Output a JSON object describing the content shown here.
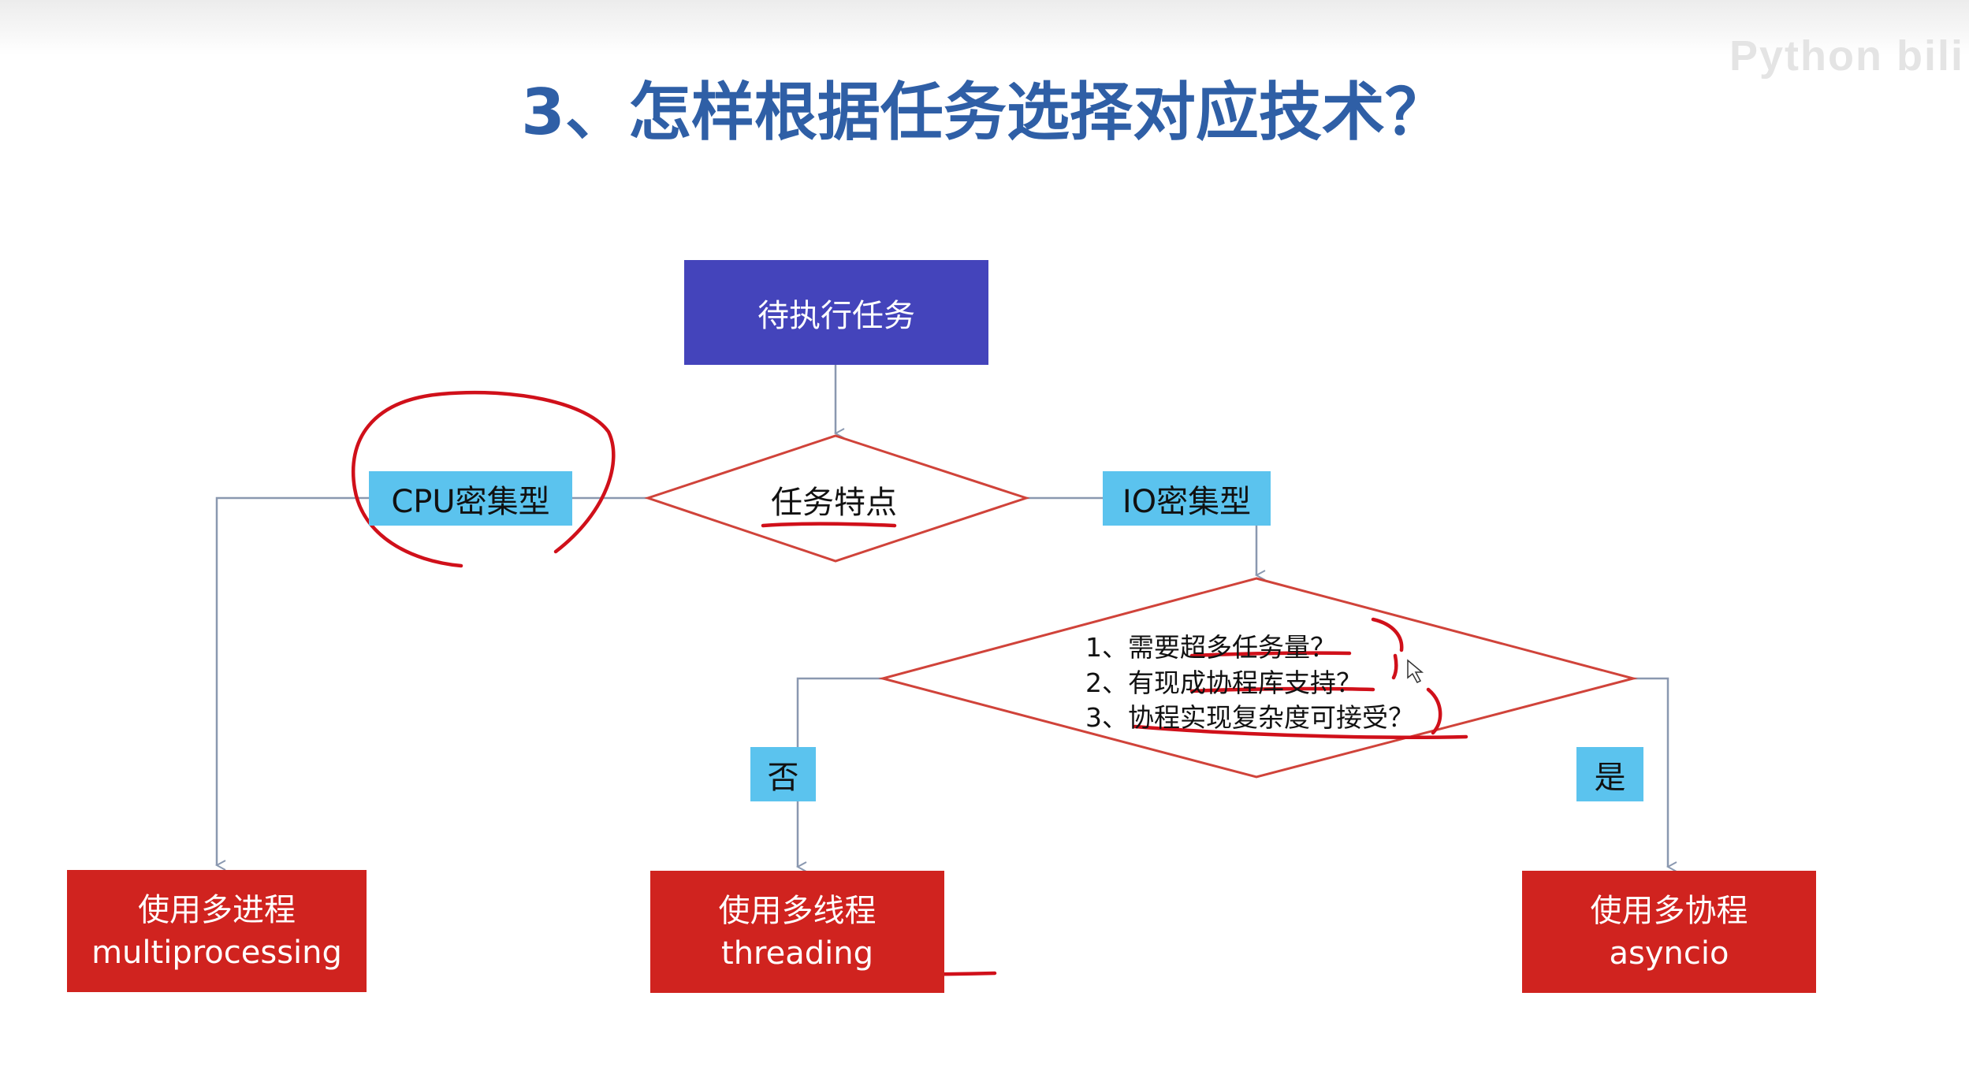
{
  "watermark": "Python bili",
  "title": "3、怎样根据任务选择对应技术？",
  "flowchart": {
    "start": "待执行任务",
    "decision1": "任务特点",
    "cpu_label": "CPU密集型",
    "io_label": "IO密集型",
    "decision2": [
      "1、需要超多任务量？",
      "2、有现成协程库支持？",
      "3、协程实现复杂度可接受？"
    ],
    "no_label": "否",
    "yes_label": "是",
    "multiprocessing": {
      "line1": "使用多进程",
      "line2": "multiprocessing"
    },
    "threading": {
      "line1": "使用多线程",
      "line2": "threading"
    },
    "asyncio": {
      "line1": "使用多协程",
      "line2": "asyncio"
    }
  },
  "colors": {
    "title": "#2f5fa6",
    "start_box": "#4444bb",
    "label_box": "#5bc3ee",
    "result_box": "#d0231f",
    "diamond_border": "#d0433a",
    "connector": "#8a98b0",
    "annotation_ink": "#d0101a"
  }
}
